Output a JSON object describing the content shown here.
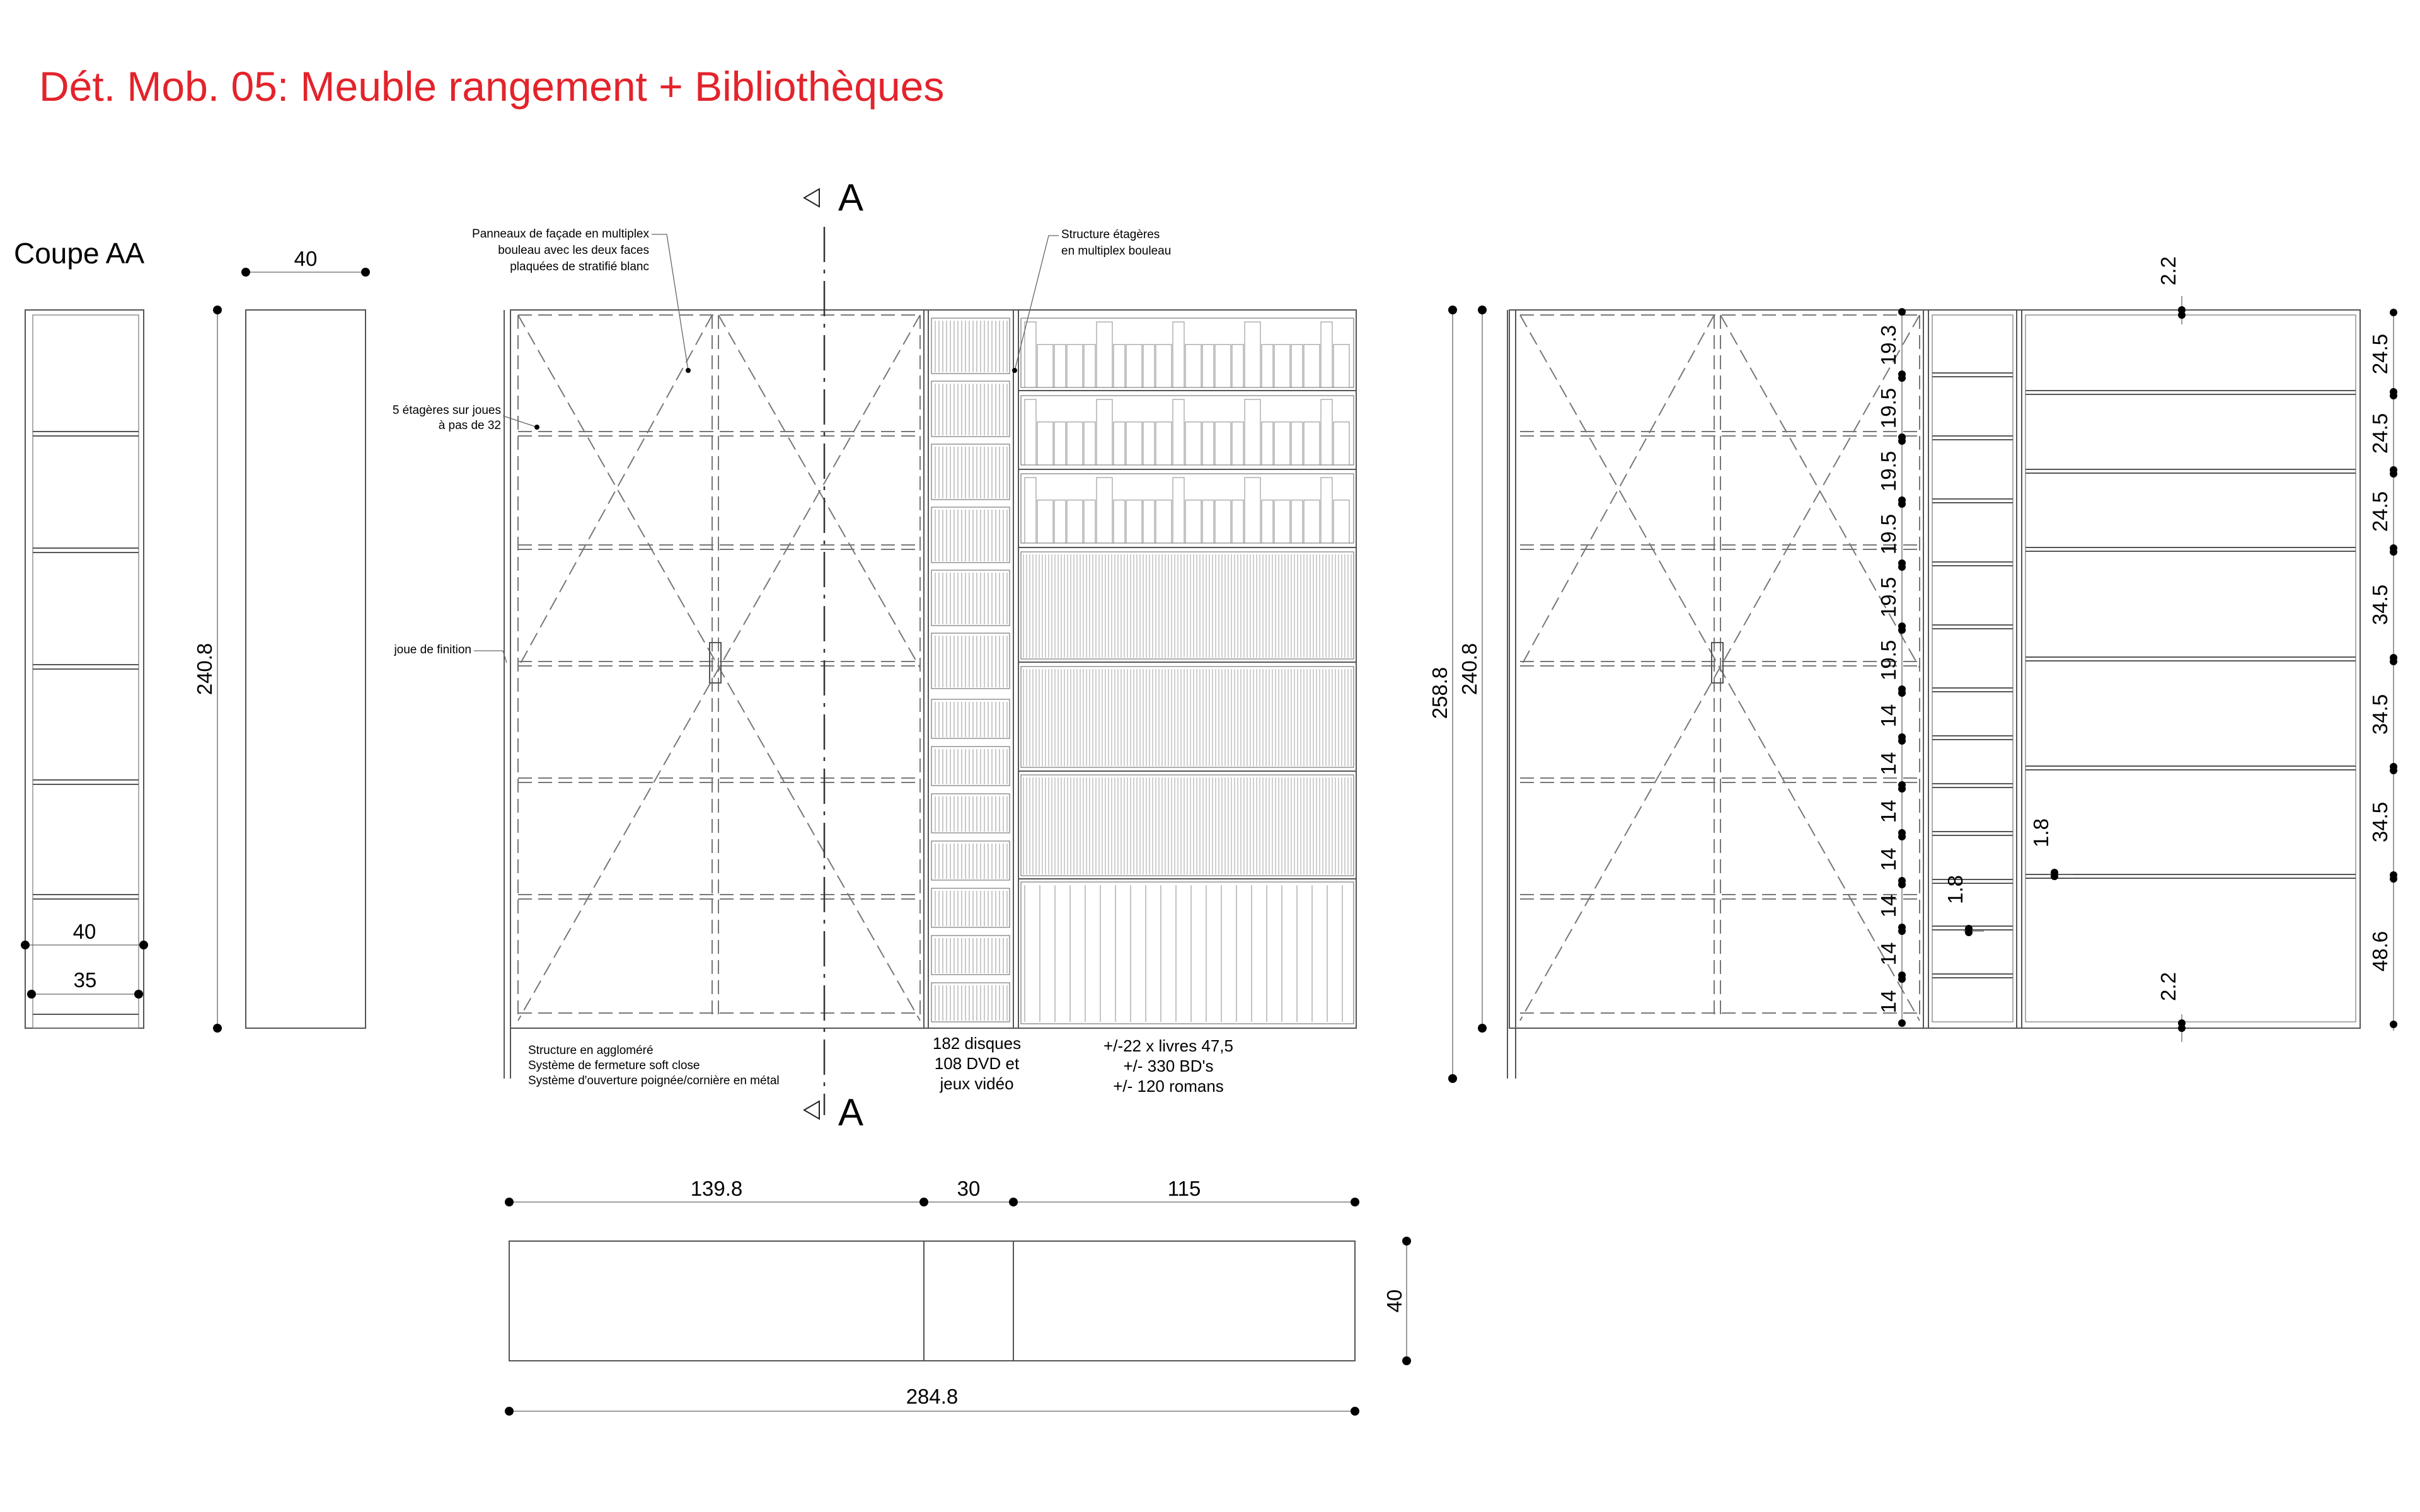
{
  "title": "Dét. Mob. 05: Meuble rangement + Bibliothèques",
  "section_view": {
    "label": "Coupe AA",
    "dims": {
      "top_depth": "40",
      "depth_outer": "40",
      "depth_inner": "35",
      "height": "240.8"
    }
  },
  "elevation_front": {
    "section_marker": "A",
    "notes": {
      "facade_panels": [
        "Panneaux de façade en multiplex",
        "bouleau avec les deux faces",
        "plaquées de stratifié blanc"
      ],
      "shelves": [
        "5 étagères sur joues",
        "à pas de 32"
      ],
      "finish_side": "joue de finition",
      "structure_shelves": [
        "Structure étagères",
        "en multiplex bouleau"
      ],
      "structure_base": [
        "Structure en aggloméré",
        "Système de fermeture soft close",
        "Système d'ouverture poignée/cornière en métal"
      ],
      "media": [
        "182 disques",
        "108 DVD et",
        "jeux vidéo"
      ],
      "books": [
        "+/-22 x livres 47,5",
        "+/- 330 BD's",
        "+/- 120 romans"
      ]
    }
  },
  "plan_view": {
    "widths": [
      "139.8",
      "30",
      "115"
    ],
    "total_width": "284.8",
    "depth": "40"
  },
  "elevation_structure": {
    "total_height": "258.8",
    "cabinet_height": "240.8",
    "left_shelf_spacing": [
      "19.3",
      "19.5",
      "19.5",
      "19.5",
      "19.5",
      "19.5",
      "14",
      "14",
      "14",
      "14",
      "14",
      "14",
      "14"
    ],
    "right_shelf_spacing": [
      "24.5",
      "24.5",
      "24.5",
      "34.5",
      "34.5",
      "34.5",
      "48.6"
    ],
    "top_thickness": "2.2",
    "bottom_thickness": "2.2",
    "panel_thickness_left": "1.8",
    "panel_thickness_right": "1.8"
  },
  "colors": {
    "title": "#e3232b",
    "lines": "#555555"
  }
}
